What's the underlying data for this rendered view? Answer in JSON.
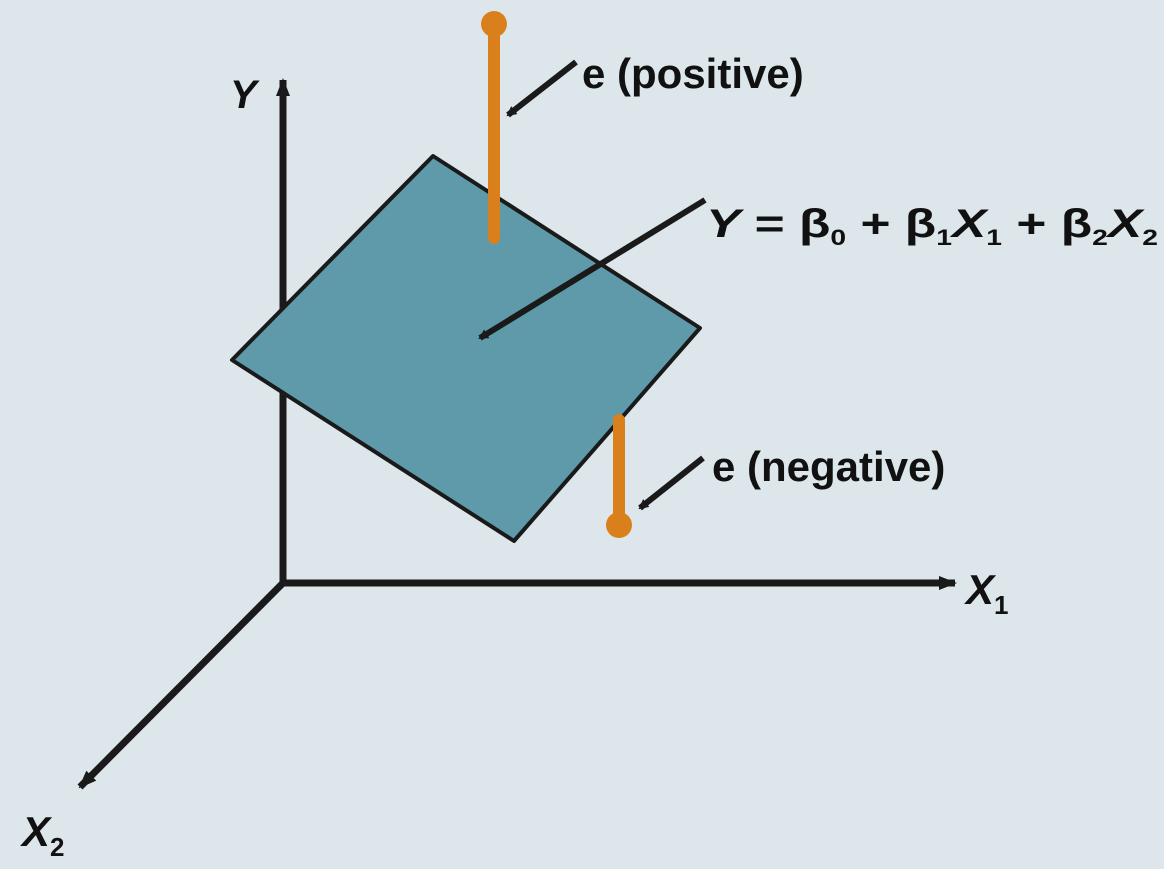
{
  "axes": {
    "y": {
      "name": "Y"
    },
    "x1": {
      "name": "X",
      "sub": "1"
    },
    "x2": {
      "name": "X",
      "sub": "2"
    }
  },
  "labels": {
    "positive_residual": "e (positive)",
    "negative_residual": "e (negative)"
  },
  "equation": {
    "lhs": "Y",
    "equals": "=",
    "beta": "β",
    "plus": "+",
    "x": "X",
    "sub0": "0",
    "sub1": "1",
    "sub2": "2"
  },
  "colors": {
    "background": "#dde6ea",
    "plane_fill": "#5f9aaa",
    "plane_stroke": "#1a1a1a",
    "residual": "#d9801c",
    "axis": "#1a1a1a"
  }
}
